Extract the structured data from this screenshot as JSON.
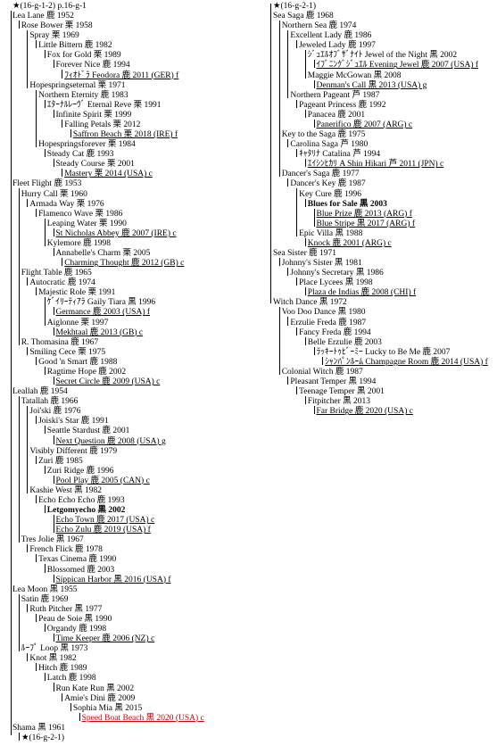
{
  "left": [
    {
      "text": "★(16-g-1-2) p.16-g-1"
    },
    {
      "text": "Lea Lane  鹿 1952"
    },
    {
      "text": "Rose Bower  栗 1958"
    },
    {
      "text": "Spray  栗 1969"
    },
    {
      "text": "Little Bittern  鹿 1982"
    },
    {
      "text": "Fox for Gold  栗 1989"
    },
    {
      "text": "Forever Nice  鹿 1994"
    },
    {
      "text": "ﾌｨｵﾄﾞﾗ Feodora  鹿 2011 (GER) f",
      "underline": true
    },
    {
      "text": "Hopespringseternal  栗 1971"
    },
    {
      "text": "Northern Eternity  鹿 1983"
    },
    {
      "text": "ｴﾀｰﾅﾙﾚｰｳﾞ  Eternal Reve  栗 1991"
    },
    {
      "text": "Infinite Spirit  栗 1999"
    },
    {
      "text": "Falling Petals  栗 2012"
    },
    {
      "text": "Saffron Beach  栗 2018 (IRE) f",
      "underline": true
    },
    {
      "text": "Hopespringsforever  栗 1984"
    },
    {
      "text": "Steady Cat  鹿 1993"
    },
    {
      "text": "Steady Course  栗 2001"
    },
    {
      "text": "Mastery  栗 2014 (USA) c",
      "underline": true
    },
    {
      "text": "Fleet Flight  鹿 1953"
    },
    {
      "text": "Hurry Call  栗 1960"
    },
    {
      "text": "Armada Way  栗 1976"
    },
    {
      "text": "Flamenco Wave  栗 1986"
    },
    {
      "text": "Leaping Water  栗 1990"
    },
    {
      "text": "St Nicholas Abbey  鹿 2007 (IRE) c",
      "underline": true
    },
    {
      "text": "Kylemore  鹿 1998"
    },
    {
      "text": "Annabelle's Charm  栗 2005"
    },
    {
      "text": "Charming Thought  鹿 2012 (GB) c",
      "underline": true
    },
    {
      "text": "Flight Table  鹿 1965"
    },
    {
      "text": "Autocratic  鹿 1974"
    },
    {
      "text": "Majestic Role  栗 1991"
    },
    {
      "text": "ｹﾞｲﾘｰﾃｨｱﾗ  Gaily Tiara  黒 1996"
    },
    {
      "text": "Germance  鹿 2003 (USA) f",
      "underline": true
    },
    {
      "text": "Aiglonne  栗 1997"
    },
    {
      "text": "Mekhtaal  鹿 2013 (GB) c",
      "underline": true
    },
    {
      "text": "R. Thomasina  鹿 1967"
    },
    {
      "text": "Smiling Cece  栗 1975"
    },
    {
      "text": "Good 'n Smart  鹿 1988"
    },
    {
      "text": "Ragtime Hope  鹿 2002"
    },
    {
      "text": "Secret Circle  鹿 2009 (USA) c",
      "underline": true
    },
    {
      "text": "Leallah  鹿 1954"
    },
    {
      "text": "Tatallah  鹿 1966"
    },
    {
      "text": "Joi'ski  鹿 1976"
    },
    {
      "text": "Joiski's Star  鹿 1991"
    },
    {
      "text": "Seattle Stardust  鹿 2001"
    },
    {
      "text": "Next Question  鹿 2008 (USA) g",
      "underline": true
    },
    {
      "text": "Visibly Different  鹿 1979"
    },
    {
      "text": "Zuri  鹿 1985"
    },
    {
      "text": "Zuri Ridge  鹿 1996"
    },
    {
      "text": "Pool Play  鹿 2005 (CAN) c",
      "underline": true
    },
    {
      "text": "Kashie West  黒 1982"
    },
    {
      "text": "Echo Echo Echo  鹿 1993"
    },
    {
      "text": "Letgomyecho  黒 2002",
      "bold": true
    },
    {
      "text": "Echo Town  鹿 2017 (USA) c",
      "underline": true
    },
    {
      "text": "Echo Zulu  鹿 2019 (USA) f",
      "underline": true
    },
    {
      "text": "Tres Jolie  黒 1967"
    },
    {
      "text": "French Flick  鹿 1978"
    },
    {
      "text": "Texas Cinema  鹿 1990"
    },
    {
      "text": "Blossomed  鹿 2003"
    },
    {
      "text": "Sippican Harbor  黒 2016 (USA) f",
      "underline": true
    },
    {
      "text": "Lea Moon  黒 1955"
    },
    {
      "text": "Satin  鹿 1969"
    },
    {
      "text": "Ruth Pitcher  黒 1977"
    },
    {
      "text": "Peau de Soie  黒 1990"
    },
    {
      "text": "Organdy  鹿 1998"
    },
    {
      "text": "Time Keeper  鹿 2006 (NZ) c",
      "underline": true
    },
    {
      "text": "ﾙｰﾌﾟ  Loop  黒 1973"
    },
    {
      "text": "Knot  黒 1982"
    },
    {
      "text": "Hitch  鹿 1989"
    },
    {
      "text": "Latch  鹿 1998"
    },
    {
      "text": "Run Kate Run  黒 2002"
    },
    {
      "text": "Amie's Dini  鹿 2009"
    },
    {
      "text": "Sophia Mia  黒 2015"
    },
    {
      "text": "Speed Boat Beach  黒 2020 (USA) c",
      "underline": true,
      "red": true
    },
    {
      "text": "Shama  黒 1961"
    },
    {
      "text": "★(16-g-2-1)"
    }
  ],
  "right": [
    {
      "text": "★(16-g-2-1)"
    },
    {
      "text": "Sea Saga  鹿 1968"
    },
    {
      "text": "Northern Sea  鹿 1974"
    },
    {
      "text": "Excellent Lady  鹿 1986"
    },
    {
      "text": "Jeweled Lady  鹿 1997"
    },
    {
      "text": "ｼﾞｭｴﾙｵﾌﾞｻﾞﾅｲﾄ  Jewel of the Night  黒 2002"
    },
    {
      "text": "ｲﾌﾞﾆﾝｸﾞｼﾞｭｴﾙ  Evening Jewel  鹿 2007 (USA) f",
      "underline": true
    },
    {
      "text": "Maggie McGowan  黒 2008"
    },
    {
      "text": "Denman's Call  黒 2013 (USA) g",
      "underline": true
    },
    {
      "text": "Northern Pageant  芦 1987"
    },
    {
      "text": "Pageant Princess  鹿 1992"
    },
    {
      "text": "Panacea  鹿 2001"
    },
    {
      "text": "Panerifico  鹿 2007 (ARG) c",
      "underline": true
    },
    {
      "text": "Key to the Saga  鹿 1975"
    },
    {
      "text": "Carolina Saga  芦 1980"
    },
    {
      "text": "ｷｬﾀﾘﾅ  Catalina  芦 1994"
    },
    {
      "text": "ｴｲｼﾝﾋｶﾘ  A Shin Hikari  芦 2011 (JPN) c",
      "underline": true
    },
    {
      "text": "Dancer's Saga  鹿 1977"
    },
    {
      "text": "Dancer's Key  鹿 1987"
    },
    {
      "text": "Key Cure  鹿 1996"
    },
    {
      "text": "Blues for Sale  黒 2003",
      "bold": true
    },
    {
      "text": "Blue Prize  鹿 2013 (ARG) f",
      "underline": true
    },
    {
      "text": "Blue Stripe  黒 2017 (ARG) f",
      "underline": true
    },
    {
      "text": "Epic Villa  黒 1988"
    },
    {
      "text": "Knock  鹿 2001 (ARG) c",
      "underline": true
    },
    {
      "text": "Sea Sister  鹿 1971"
    },
    {
      "text": "Johnny's Sister  黒 1981"
    },
    {
      "text": "Johnny's Secretary  黒 1986"
    },
    {
      "text": "Place Lycees  黒 1998"
    },
    {
      "text": "Plaza de Indias  鹿 2008 (CHI) f",
      "underline": true
    },
    {
      "text": "Witch Dance  黒 1972"
    },
    {
      "text": "Voo Doo Dance  黒 1980"
    },
    {
      "text": "Erzulie Freda  鹿 1987"
    },
    {
      "text": "Fancy Freda  鹿 1994"
    },
    {
      "text": "Belle Erzulie  鹿 2003"
    },
    {
      "text": "ﾗｯｷｰﾄｩﾋﾞｰﾐｰ  Lucky to Be Me  鹿 2007"
    },
    {
      "text": "ｼｬﾝﾊﾟﾝﾙｰﾑ  Champagne Room  鹿 2014 (USA) f",
      "underline": true
    },
    {
      "text": "Colonial Witch  鹿 1987"
    },
    {
      "text": "Pleasant Temper  黒 1994"
    },
    {
      "text": "Teenage Temper  黒 2001"
    },
    {
      "text": "Fitpitcher  黒 2013"
    },
    {
      "text": "Far Bridge  鹿 2020 (USA) c",
      "underline": true
    }
  ]
}
